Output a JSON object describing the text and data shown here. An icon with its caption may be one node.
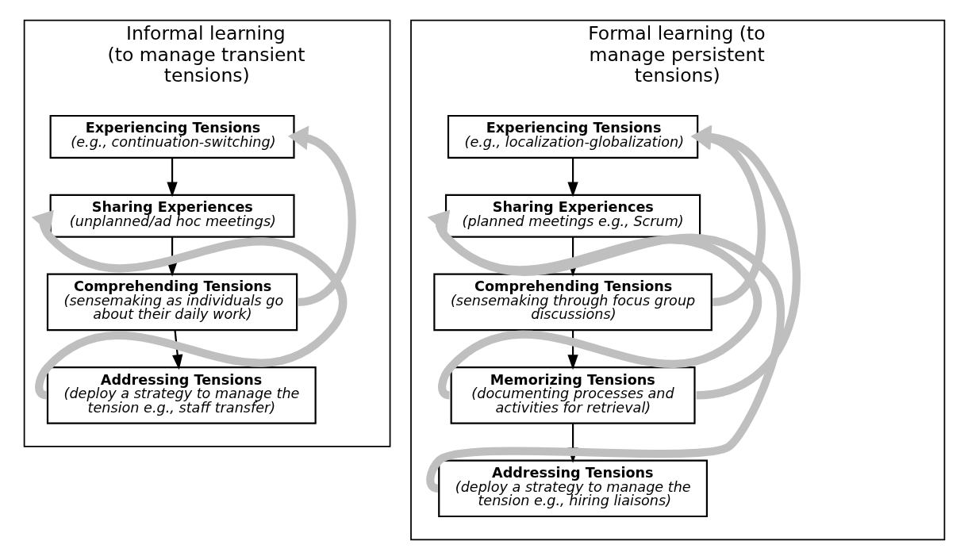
{
  "diagram": {
    "nodes": [
      {
        "text": [
          "Informal learning (to manage transient tensions)"
        ]
      },
      {
        "text": [
          "Experiencing Tensions",
          "(e.g., continuation-switching)"
        ],
        "in": 0
      },
      {
        "text": [
          "Sharing Experiences",
          "(unplanned/ad hoc meetings)"
        ],
        "in": 0
      },
      {
        "text": [
          "Comprehending Tensions",
          "(sensemaking as individuals go about their daily work)"
        ],
        "in": 0
      },
      {
        "text": [
          "Addressing Tensions",
          "(deploy a strategy to manage the tension e.g., staff transfer)"
        ],
        "in": 0
      },
      {
        "text": [
          "Formal learning (to manage persistent tensions)"
        ]
      },
      {
        "text": [
          "Experiencing Tensions",
          "(e.g., localization-globalization)"
        ],
        "in": 5
      },
      {
        "text": [
          "Sharing Experiences",
          "(planned meetings e.g., Scrum)"
        ],
        "in": 5
      },
      {
        "text": [
          "Comprehending Tensions",
          "(sensemaking through focus group discussions)"
        ],
        "in": 5
      },
      {
        "text": [
          "Memorizing Tensions",
          "(documenting processes and activities for retrieval)"
        ],
        "in": 5
      },
      {
        "text": [
          "Addressing Tensions",
          "(deploy a strategy to manage the tension e.g., hiring liaisons)"
        ],
        "in": 5
      }
    ],
    "edges": [
      {
        "from": 1,
        "to": 2,
        "arrow": "to"
      },
      {
        "from": 2,
        "to": 3,
        "arrow": "to"
      },
      {
        "from": 3,
        "to": 4,
        "arrow": "to"
      },
      {
        "from": 3,
        "to": 1,
        "arrow": "to",
        "style": "thick",
        "color": "#bfbfbf"
      },
      {
        "from": 4,
        "to": 2,
        "arrow": "to",
        "style": "thick",
        "color": "#bfbfbf"
      },
      {
        "from": 6,
        "to": 7,
        "arrow": "to"
      },
      {
        "from": 7,
        "to": 8,
        "arrow": "to"
      },
      {
        "from": 8,
        "to": 9,
        "arrow": "to"
      },
      {
        "from": 9,
        "to": 10,
        "arrow": "to"
      },
      {
        "from": 8,
        "to": 6,
        "arrow": "to",
        "style": "thick",
        "color": "#bfbfbf"
      },
      {
        "from": 9,
        "to": 6,
        "arrow": "to",
        "style": "thick",
        "color": "#bfbfbf"
      },
      {
        "from": 9,
        "to": 7,
        "arrow": "to",
        "style": "thick",
        "color": "#bfbfbf"
      },
      {
        "from": 10,
        "to": 7,
        "arrow": "to",
        "style": "thick",
        "color": "#bfbfbf"
      }
    ]
  }
}
